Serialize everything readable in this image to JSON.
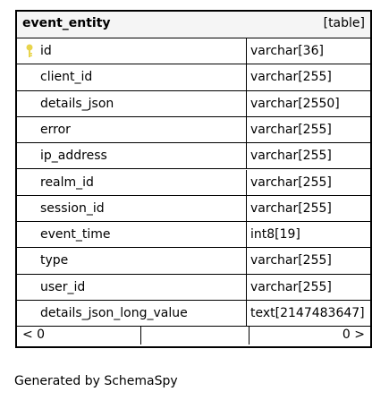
{
  "table": {
    "name": "event_entity",
    "kind": "[table]",
    "columns": [
      {
        "name": "id",
        "type": "varchar[36]",
        "primary_key": true
      },
      {
        "name": "client_id",
        "type": "varchar[255]",
        "primary_key": false
      },
      {
        "name": "details_json",
        "type": "varchar[2550]",
        "primary_key": false
      },
      {
        "name": "error",
        "type": "varchar[255]",
        "primary_key": false
      },
      {
        "name": "ip_address",
        "type": "varchar[255]",
        "primary_key": false
      },
      {
        "name": "realm_id",
        "type": "varchar[255]",
        "primary_key": false
      },
      {
        "name": "session_id",
        "type": "varchar[255]",
        "primary_key": false
      },
      {
        "name": "event_time",
        "type": "int8[19]",
        "primary_key": false
      },
      {
        "name": "type",
        "type": "varchar[255]",
        "primary_key": false
      },
      {
        "name": "user_id",
        "type": "varchar[255]",
        "primary_key": false
      },
      {
        "name": "details_json_long_value",
        "type": "text[2147483647]",
        "primary_key": false
      }
    ],
    "footer": {
      "parents": "< 0",
      "children": "0 >"
    }
  },
  "generated_by": "Generated by SchemaSpy",
  "colors": {
    "header_bg": "#f5f5f5",
    "key_icon": "#e8d44d"
  },
  "icons": {
    "primary_key": "key-icon"
  }
}
